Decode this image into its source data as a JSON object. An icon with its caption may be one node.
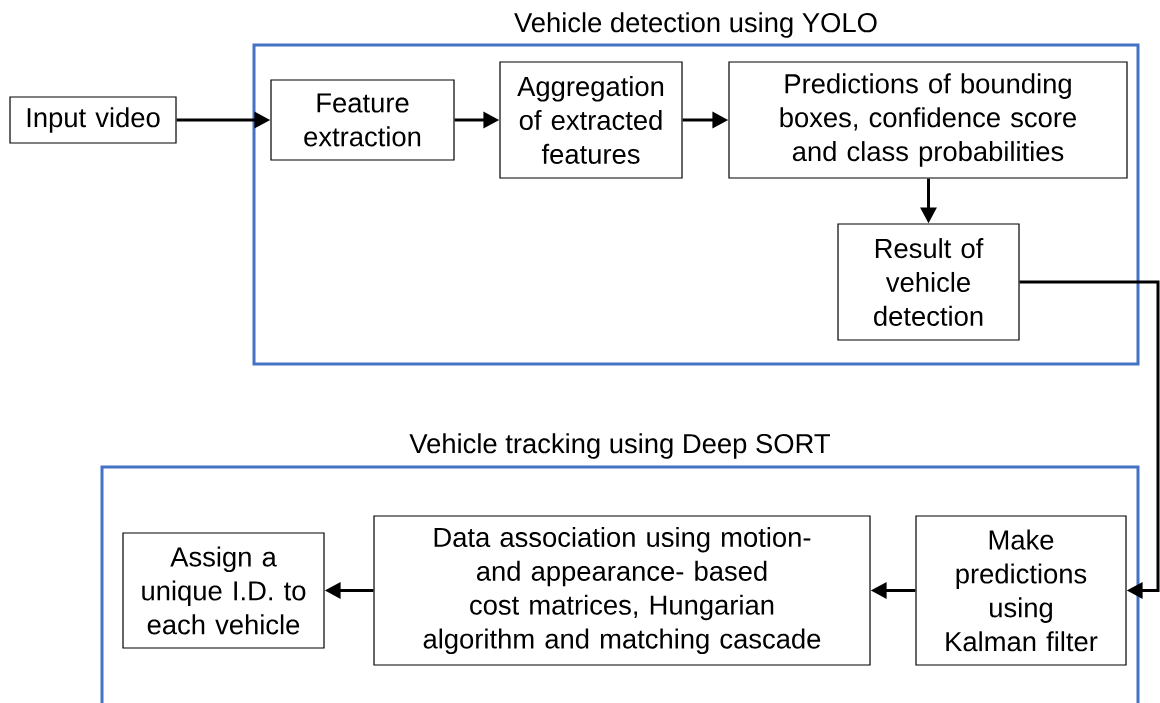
{
  "diagram": {
    "nodes": [
      {
        "text": [
          "Vehicle detection using YOLO"
        ]
      },
      {
        "text": [
          "Input video"
        ]
      },
      {
        "text": [
          "Feature extraction"
        ],
        "in": 0
      },
      {
        "text": [
          "Aggregation of extracted features"
        ],
        "in": 0
      },
      {
        "text": [
          "Predictions of bounding boxes, confidence score and class probabilities"
        ],
        "in": 0
      },
      {
        "text": [
          "Result of vehicle detection"
        ],
        "in": 0
      },
      {
        "text": [
          "Vehicle tracking using Deep SORT"
        ]
      },
      {
        "text": [
          "Make predictions using Kalman filter"
        ],
        "in": 6
      },
      {
        "text": [
          "Data association using motion- and appearance- based cost matrices, Hungarian algorithm and matching cascade"
        ],
        "in": 6
      },
      {
        "text": [
          "Assign a unique I.D. to each vehicle"
        ],
        "in": 6
      }
    ],
    "edges": [
      {
        "from": 1,
        "to": 2,
        "arrow": "to"
      },
      {
        "from": 2,
        "to": 3,
        "arrow": "to"
      },
      {
        "from": 3,
        "to": 4,
        "arrow": "to"
      },
      {
        "from": 4,
        "to": 5,
        "arrow": "to"
      },
      {
        "from": 5,
        "to": 7,
        "arrow": "to"
      },
      {
        "from": 7,
        "to": 8,
        "arrow": "to"
      },
      {
        "from": 8,
        "to": 9,
        "arrow": "to"
      }
    ]
  }
}
